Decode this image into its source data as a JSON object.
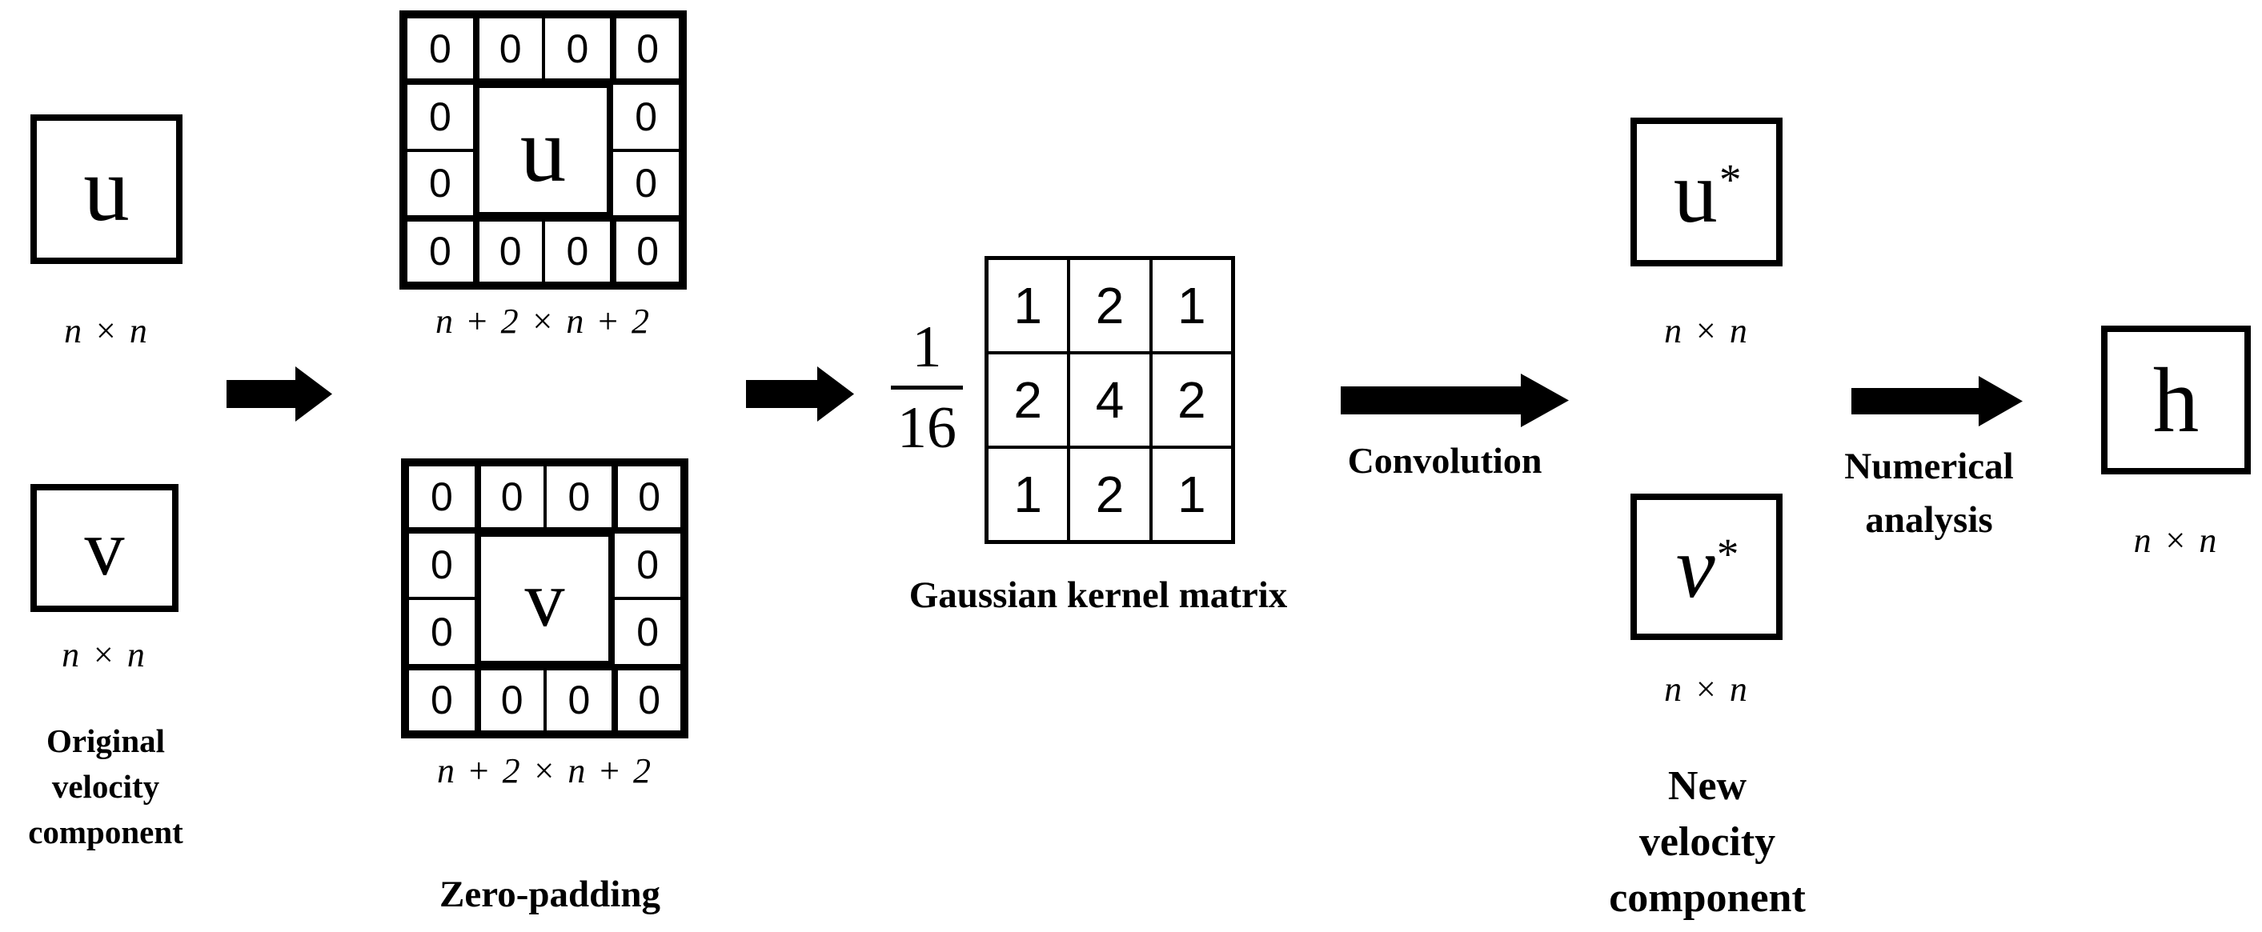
{
  "figure": {
    "background": "#ffffff",
    "ink": "#000000"
  },
  "original": {
    "u": {
      "label": "u",
      "size": "n × n"
    },
    "v": {
      "label": "v",
      "size": "n × n"
    },
    "caption_lines": [
      "Original",
      "velocity",
      "component"
    ]
  },
  "zero_padding": {
    "u": {
      "center": "u",
      "size": "n + 2 × n + 2",
      "border_zeros": [
        "0",
        "0",
        "0",
        "0",
        "0",
        "0",
        "0",
        "0",
        "0",
        "0",
        "0",
        "0"
      ]
    },
    "v": {
      "center": "v",
      "size": "n + 2 × n + 2",
      "border_zeros": [
        "0",
        "0",
        "0",
        "0",
        "0",
        "0",
        "0",
        "0",
        "0",
        "0",
        "0",
        "0"
      ]
    },
    "caption": "Zero-padding"
  },
  "kernel": {
    "coefficient_numerator": "1",
    "coefficient_denominator": "16",
    "rows": [
      [
        "1",
        "2",
        "1"
      ],
      [
        "2",
        "4",
        "2"
      ],
      [
        "1",
        "2",
        "1"
      ]
    ],
    "caption": "Gaussian kernel matrix"
  },
  "convolution": {
    "label": "Convolution"
  },
  "new_velocity": {
    "u": {
      "label": "u",
      "superscript": "*",
      "size": "n × n"
    },
    "v": {
      "label": "v",
      "superscript": "*",
      "size": "n × n"
    },
    "caption_lines": [
      "New",
      "velocity",
      "component"
    ]
  },
  "numerical": {
    "label_lines": [
      "Numerical",
      "analysis"
    ]
  },
  "result": {
    "label": "h",
    "size": "n × n"
  }
}
